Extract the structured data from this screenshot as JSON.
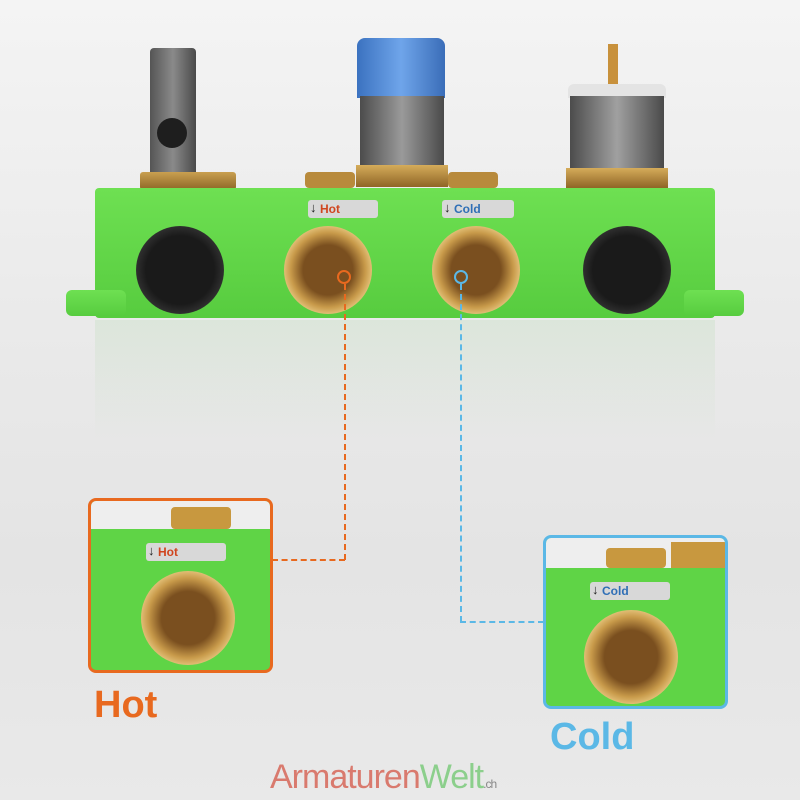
{
  "main_box": {
    "label_hot": "Hot",
    "label_cold": "Cold"
  },
  "insets": {
    "hot": {
      "label": "Hot",
      "caption": "Hot",
      "color": "#e8691f"
    },
    "cold": {
      "label": "Cold",
      "caption": "Cold",
      "color": "#5bb8e6"
    }
  },
  "watermark": {
    "part1": "Armaturen",
    "part2": "Welt",
    "suffix": ".ch"
  }
}
